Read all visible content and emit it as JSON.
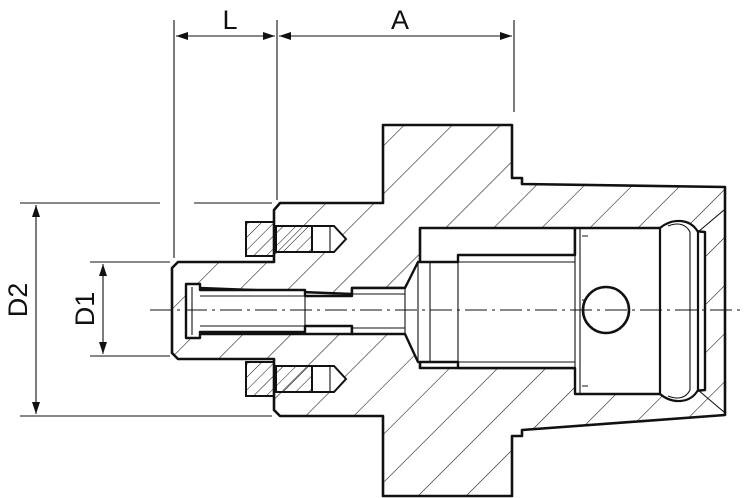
{
  "dimensions": {
    "L": "L",
    "A": "A",
    "D1": "D1",
    "D2": "D2"
  },
  "colors": {
    "stroke": "#111111",
    "background": "#ffffff"
  }
}
